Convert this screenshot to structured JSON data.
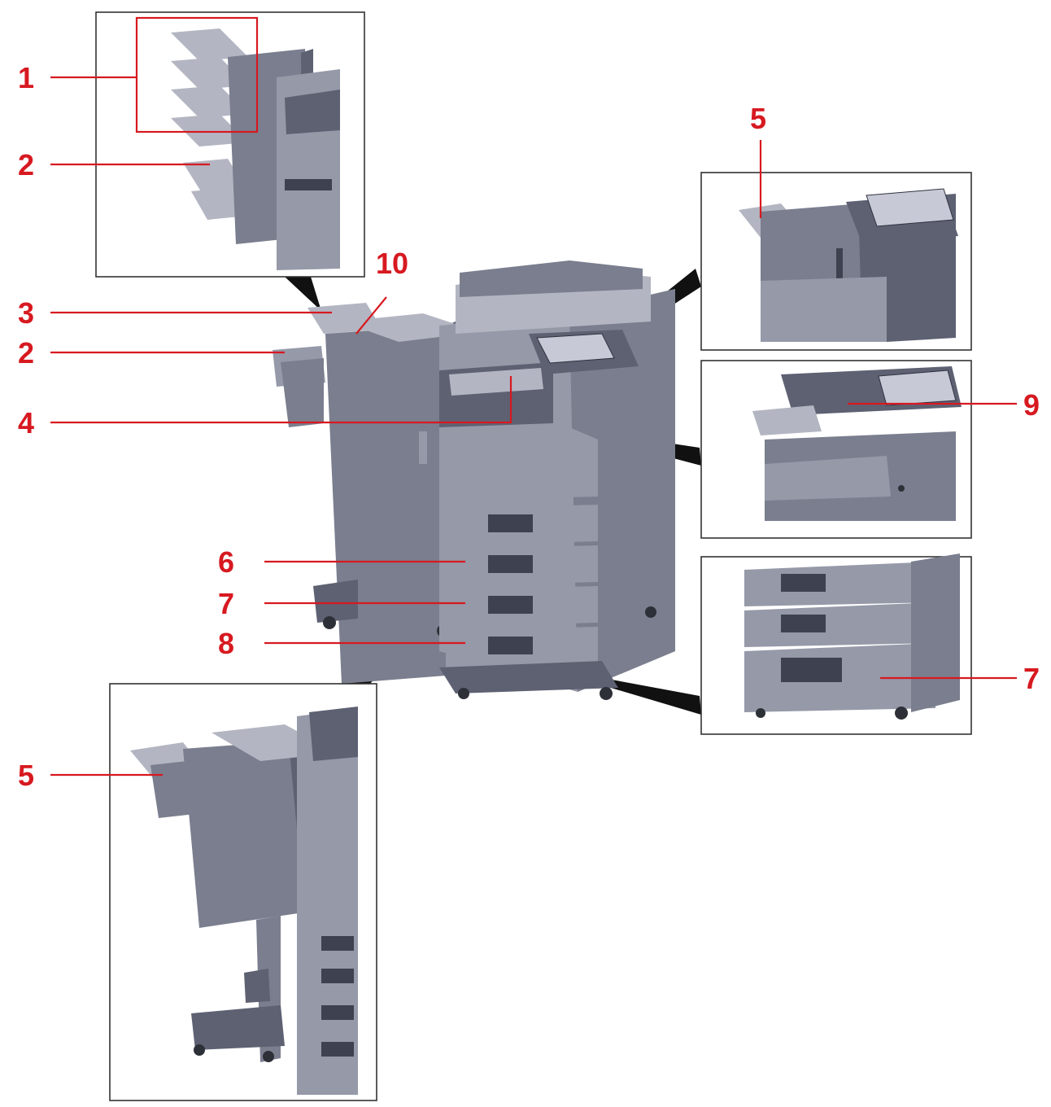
{
  "callouts": [
    {
      "id": "c1",
      "label": "1"
    },
    {
      "id": "c2a",
      "label": "2"
    },
    {
      "id": "c3",
      "label": "3"
    },
    {
      "id": "c2b",
      "label": "2"
    },
    {
      "id": "c10",
      "label": "10"
    },
    {
      "id": "c4",
      "label": "4"
    },
    {
      "id": "c5a",
      "label": "5"
    },
    {
      "id": "c9",
      "label": "9"
    },
    {
      "id": "c6",
      "label": "6"
    },
    {
      "id": "c7a",
      "label": "7"
    },
    {
      "id": "c8",
      "label": "8"
    },
    {
      "id": "c7b",
      "label": "7"
    },
    {
      "id": "c5b",
      "label": "5"
    }
  ],
  "colors": {
    "callout": "#d71920",
    "device_body": "#7a7e8e",
    "frame": "#333333"
  }
}
